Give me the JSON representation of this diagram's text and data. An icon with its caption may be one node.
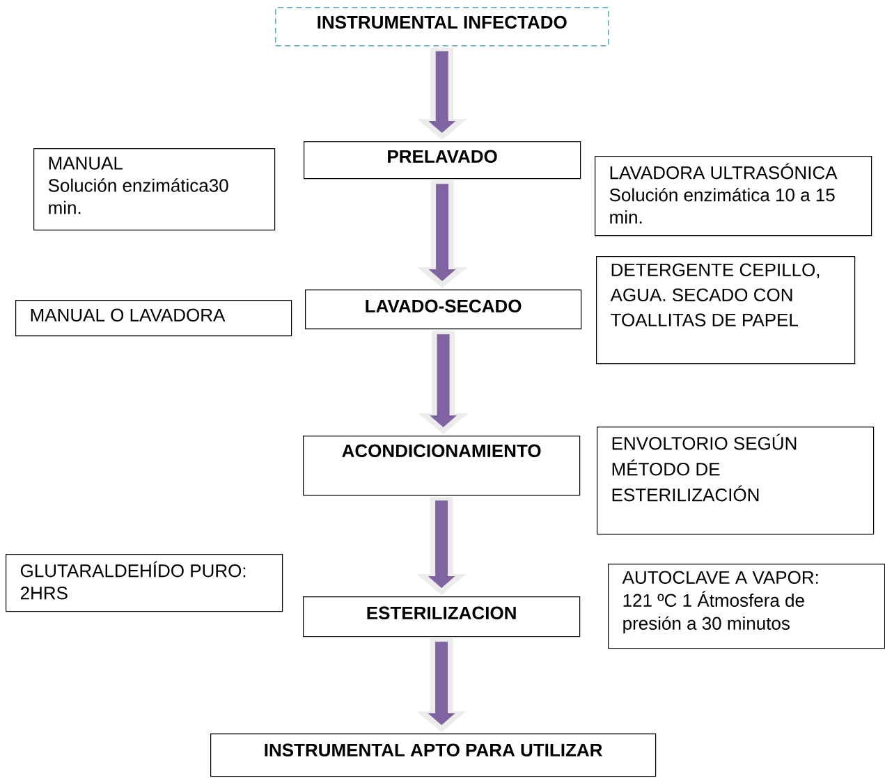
{
  "diagram": {
    "nodes": [
      {
        "text": [
          "INSTRUMENTAL INFECTADO"
        ]
      },
      {
        "text": [
          "MANUAL",
          "Solución enzimática30 min."
        ]
      },
      {
        "text": [
          "PRELAVADO"
        ]
      },
      {
        "text": [
          "LAVADORA ULTRASÓNICA",
          "Solución enzimática 10 a 15 min."
        ]
      },
      {
        "text": [
          "MANUAL O LAVADORA"
        ]
      },
      {
        "text": [
          "LAVADO-SECADO"
        ]
      },
      {
        "text": [
          "DETERGENTE CEPILLO, AGUA. SECADO CON TOALLITAS DE PAPEL"
        ]
      },
      {
        "text": [
          "ACONDICIONAMIENTO"
        ]
      },
      {
        "text": [
          "ENVOLTORIO SEGÚN MÉTODO DE ESTERILIZACIÓN"
        ]
      },
      {
        "text": [
          "GLUTARALDEHÍDO PURO: 2HRS"
        ]
      },
      {
        "text": [
          "ESTERILIZACION"
        ]
      },
      {
        "text": [
          "AUTOCLAVE A VAPOR:",
          "121 ºC 1 Átmosfera de presión a 30 minutos"
        ]
      },
      {
        "text": [
          "INSTRUMENTAL APTO PARA UTILIZAR"
        ]
      }
    ],
    "edges": [
      {
        "from": 0,
        "to": 2,
        "arrow": "to"
      },
      {
        "from": 2,
        "to": 5,
        "arrow": "to"
      },
      {
        "from": 5,
        "to": 7,
        "arrow": "to"
      },
      {
        "from": 7,
        "to": 10,
        "arrow": "to"
      },
      {
        "from": 10,
        "to": 12,
        "arrow": "to"
      }
    ]
  }
}
